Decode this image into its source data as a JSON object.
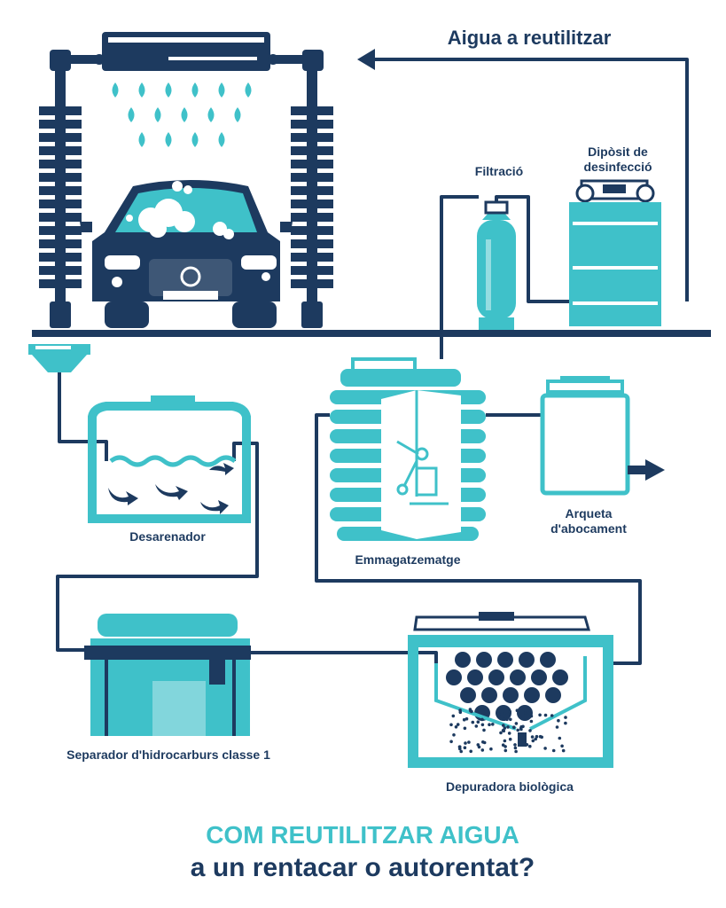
{
  "colors": {
    "navy": "#1d3a5f",
    "teal": "#3fc1c9",
    "white": "#ffffff"
  },
  "labels": {
    "reuse_arrow": "Aigua a reutilitzar",
    "filtration": "Filtració",
    "disinfection_line1": "Dipòsit de",
    "disinfection_line2": "desinfecció",
    "sand_trap": "Desarenador",
    "storage": "Emmagatzematge",
    "discharge_line1": "Arqueta",
    "discharge_line2": "d'abocament",
    "separator": "Separador d'hidrocarburs classe 1",
    "bio_treatment": "Depuradora biològica"
  },
  "title": {
    "line1": "COM REUTILITZAR AIGUA",
    "line2": "a un rentacar o autorentat?"
  },
  "icons": [
    "car-wash-icon",
    "water-drop-icon",
    "filter-tank-icon",
    "disinfection-tank-icon",
    "sand-trap-icon",
    "storage-tank-icon",
    "discharge-chamber-icon",
    "hydrocarbon-separator-icon",
    "biological-treatment-icon",
    "flow-arrow-icon"
  ]
}
